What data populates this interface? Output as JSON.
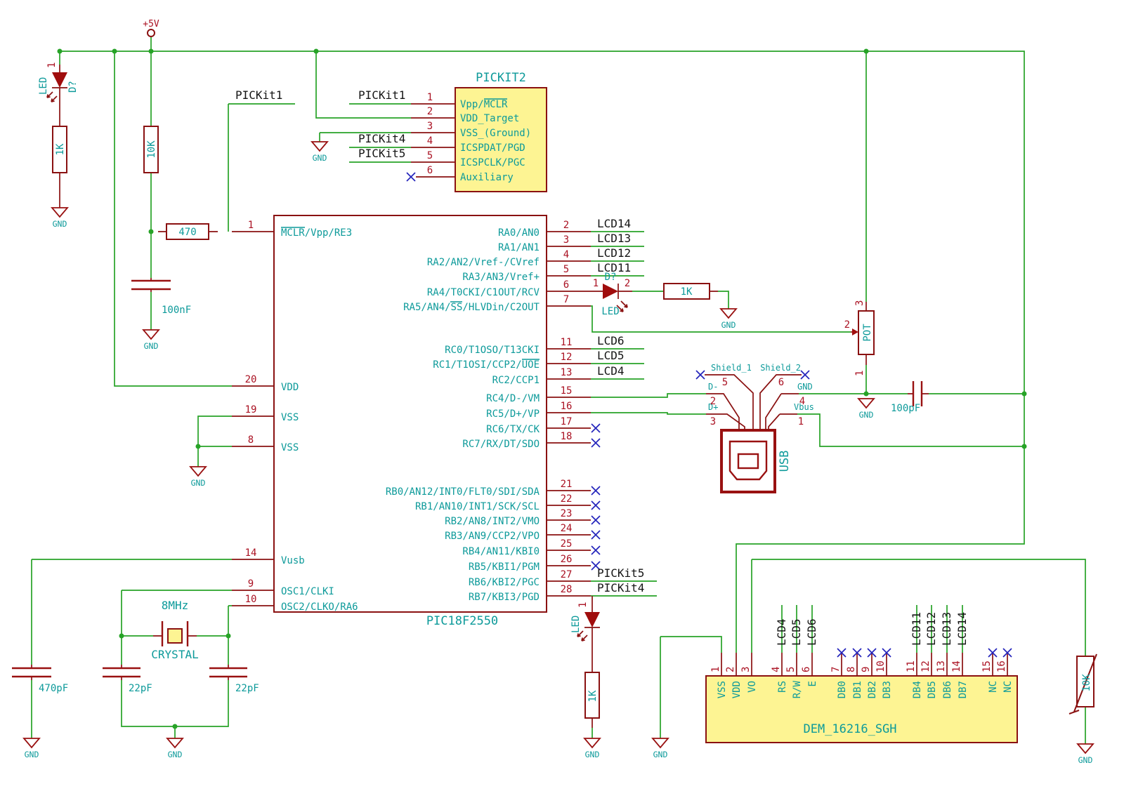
{
  "net": {
    "gnd": "GND",
    "v5": "+5V"
  },
  "pic": {
    "title": "PIC18F2550",
    "left": [
      {
        "n": "1",
        "name": "MCLR/Vpp/RE3"
      },
      {
        "n": "20",
        "name": "VDD"
      },
      {
        "n": "19",
        "name": "VSS"
      },
      {
        "n": "8",
        "name": "VSS"
      },
      {
        "n": "14",
        "name": "Vusb"
      },
      {
        "n": "9",
        "name": "OSC1/CLKI"
      },
      {
        "n": "10",
        "name": "OSC2/CLKO/RA6"
      }
    ],
    "right": [
      {
        "n": "2",
        "name": "RA0/AN0",
        "label": "LCD14"
      },
      {
        "n": "3",
        "name": "RA1/AN1",
        "label": "LCD13"
      },
      {
        "n": "4",
        "name": "RA2/AN2/Vref-/CVref",
        "label": "LCD12"
      },
      {
        "n": "5",
        "name": "RA3/AN3/Vref+",
        "label": "LCD11"
      },
      {
        "n": "6",
        "name": "RA4/T0CKI/C1OUT/RCV"
      },
      {
        "n": "7",
        "name": "RA5/AN4/SS/HLVDin/C2OUT"
      },
      {
        "n": "11",
        "name": "RC0/T1OSO/T13CKI",
        "label": "LCD6"
      },
      {
        "n": "12",
        "name": "RC1/T1OSI/CCP2/UOE",
        "label": "LCD5"
      },
      {
        "n": "13",
        "name": "RC2/CCP1",
        "label": "LCD4"
      },
      {
        "n": "15",
        "name": "RC4/D-/VM"
      },
      {
        "n": "16",
        "name": "RC5/D+/VP"
      },
      {
        "n": "17",
        "name": "RC6/TX/CK"
      },
      {
        "n": "18",
        "name": "RC7/RX/DT/SDO"
      },
      {
        "n": "21",
        "name": "RB0/AN12/INT0/FLT0/SDI/SDA"
      },
      {
        "n": "22",
        "name": "RB1/AN10/INT1/SCK/SCL"
      },
      {
        "n": "23",
        "name": "RB2/AN8/INT2/VMO"
      },
      {
        "n": "24",
        "name": "RB3/AN9/CCP2/VPO"
      },
      {
        "n": "25",
        "name": "RB4/AN11/KBI0"
      },
      {
        "n": "26",
        "name": "RB5/KBI1/PGM"
      },
      {
        "n": "27",
        "name": "RB6/KBI2/PGC",
        "label": "PICKit5"
      },
      {
        "n": "28",
        "name": "RB7/KBI3/PGD",
        "label": "PICKit4"
      }
    ]
  },
  "pickit2": {
    "title": "PICKIT2",
    "pins": [
      {
        "n": "1",
        "name": "Vpp/MCLR"
      },
      {
        "n": "2",
        "name": "VDD_Target"
      },
      {
        "n": "3",
        "name": "VSS_(Ground)"
      },
      {
        "n": "4",
        "name": "ICSPDAT/PGD"
      },
      {
        "n": "5",
        "name": "ICSPCLK/PGC"
      },
      {
        "n": "6",
        "name": "Auxiliary"
      }
    ]
  },
  "labels": {
    "pickit1": "PICKit1",
    "pickit4": "PICKit4",
    "pickit5": "PICKit5"
  },
  "usb": {
    "title": "USB",
    "pins": [
      {
        "n": "5",
        "name": "Shield_1"
      },
      {
        "n": "6",
        "name": "Shield_2"
      },
      {
        "n": "2",
        "name": "D-"
      },
      {
        "n": "4",
        "name": "GND"
      },
      {
        "n": "3",
        "name": "D+"
      },
      {
        "n": "1",
        "name": "Vbus"
      }
    ]
  },
  "lcd": {
    "title": "DEM_16216_SGH",
    "pins": [
      {
        "n": "1",
        "name": "VSS"
      },
      {
        "n": "2",
        "name": "VDD"
      },
      {
        "n": "3",
        "name": "VO"
      },
      {
        "n": "4",
        "name": "RS",
        "label": "LCD4"
      },
      {
        "n": "5",
        "name": "R/W",
        "label": "LCD5"
      },
      {
        "n": "6",
        "name": "E",
        "label": "LCD6"
      },
      {
        "n": "7",
        "name": "DB0"
      },
      {
        "n": "8",
        "name": "DB1"
      },
      {
        "n": "9",
        "name": "DB2"
      },
      {
        "n": "10",
        "name": "DB3"
      },
      {
        "n": "11",
        "name": "DB4",
        "label": "LCD11"
      },
      {
        "n": "12",
        "name": "DB5",
        "label": "LCD12"
      },
      {
        "n": "13",
        "name": "DB6",
        "label": "LCD13"
      },
      {
        "n": "14",
        "name": "DB7",
        "label": "LCD14"
      },
      {
        "n": "15",
        "name": "NC"
      },
      {
        "n": "16",
        "name": "NC"
      }
    ]
  },
  "comp": {
    "r_led_top": "1K",
    "r_pullup": "10K",
    "r_mclr": "470",
    "c_mclr": "100nF",
    "c_vusb": "470pF",
    "c_osc_l": "22pF",
    "c_osc_r": "22pF",
    "c_vbus": "100pF",
    "xtal_freq": "8MHz",
    "xtal_name": "CRYSTAL",
    "led_top": {
      "name": "LED",
      "ref": "D?",
      "pin1": "1"
    },
    "led_ra4": {
      "name": "LED",
      "ref": "D?",
      "pin1": "1",
      "pin2": "2"
    },
    "r_ra4": "1K",
    "led_b": {
      "name": "LED",
      "pin1": "1"
    },
    "r_led_b": "1K",
    "pot": {
      "name": "POT",
      "p1": "1",
      "p2": "2",
      "p3": "3"
    },
    "r_contrast": "10K"
  }
}
